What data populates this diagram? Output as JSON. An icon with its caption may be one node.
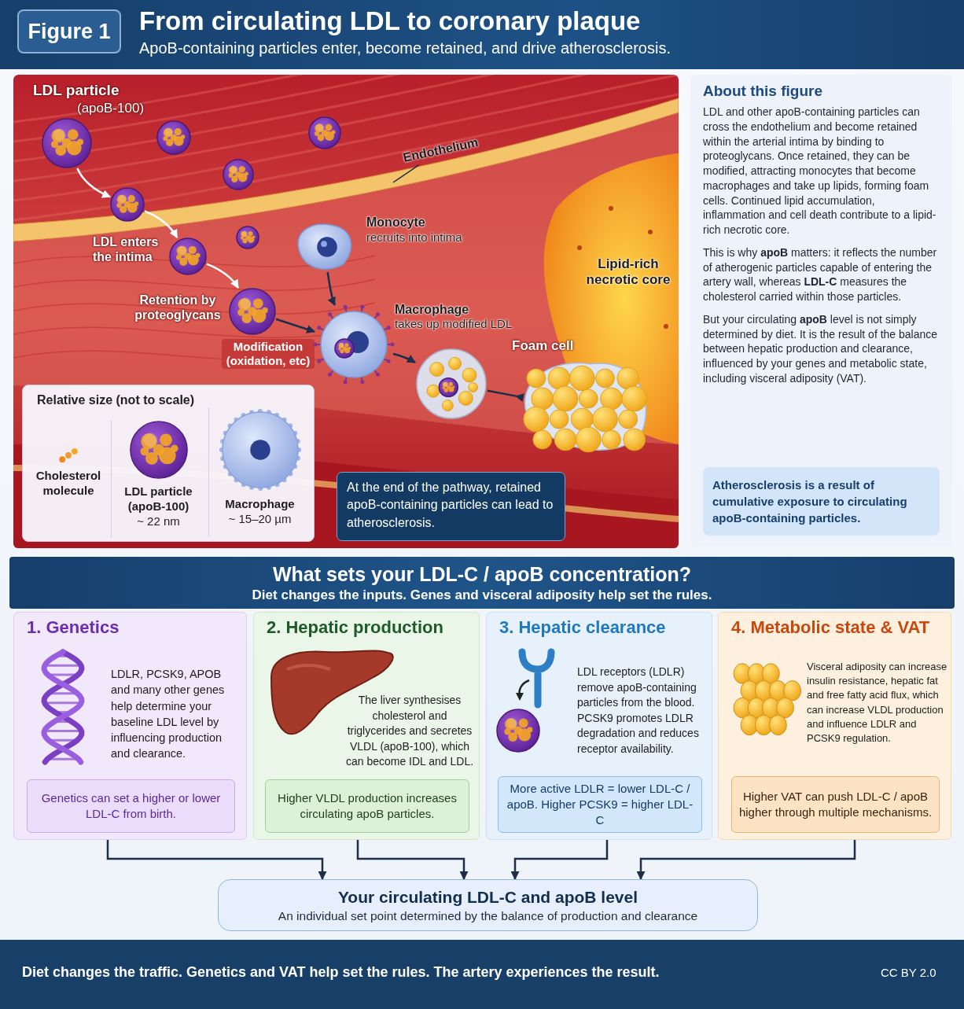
{
  "diagram": {
    "title": "From circulating LDL to coronary plaque",
    "nodes": [
      {
        "text": [],
        "shape": "picture",
        "beside": [
          "LDL particle",
          "(apoB-100)"
        ]
      },
      {
        "text": [],
        "shape": "picture"
      },
      {
        "text": [],
        "shape": "picture",
        "beside": [
          "LDL enters the intima"
        ]
      },
      {
        "text": [],
        "shape": "picture",
        "beside": [
          "Retention by proteoglycans"
        ]
      },
      {
        "text": [],
        "shape": "picture",
        "beside": [
          "Monocyte",
          "recruits into intima"
        ]
      },
      {
        "text": [],
        "shape": "picture",
        "beside": [
          "Macrophage",
          "takes up modified LDL"
        ]
      },
      {
        "text": [],
        "shape": "picture"
      },
      {
        "text": [],
        "shape": "picture",
        "beside": [
          "Foam cell"
        ]
      },
      {
        "text": [
          "Endothelium"
        ]
      },
      {
        "text": [
          "Relative size (not to scale)"
        ]
      },
      {
        "text": [
          "Cholesterol molecule"
        ],
        "in": 9
      },
      {
        "text": [
          "LDL particle (apoB-100)",
          "~ 22 nm"
        ],
        "in": 9
      },
      {
        "text": [
          "Macrophage",
          "~ 15–20 µm"
        ],
        "in": 9
      },
      {
        "text": [
          "At the end of the pathway, retained apoB-containing particles can lead to atherosclerosis."
        ]
      },
      {
        "text": [
          "About this figure",
          "LDL and other apoB-containing particles can cross the endothelium and become retained within the arterial intima by binding to proteoglycans. Once retained, they can be modified, attracting monocytes that become macrophages and take up lipids, forming foam cells. Continued lipid accumulation, inflammation and cell death contribute to a lipid-rich necrotic core.",
          "This is why **apoB** matters: it reflects the number of atherogenic particles capable of entering the artery wall, whereas **LDL-C** measures the cholesterol carried within those particles.",
          "But your circulating **apoB** level is not simply determined by diet. It is the result of the balance between hepatic production and clearance, influenced by your genes and metabolic state, including visceral adiposity (VAT)."
        ]
      },
      {
        "text": [
          "Atherosclerosis is a result of cumulative exposure to circulating apoB-containing particles."
        ],
        "in": 14
      },
      {
        "text": [
          "What sets your LDL-C / apoB concentration?",
          "Diet changes the inputs. Genes and visceral adiposity help set the rules."
        ]
      },
      {
        "text": [
          "1. Genetics",
          "LDLR, PCSK9, APOB and many other genes help determine your baseline LDL level by influencing production and clearance."
        ]
      },
      {
        "text": [
          "Genetics can set a higher or lower LDL-C from birth."
        ],
        "in": 17
      },
      {
        "text": [
          "2. Hepatic production",
          "The liver synthesises cholesterol and triglycerides and secretes VLDL (apoB-100), which can become IDL and LDL."
        ]
      },
      {
        "text": [
          "Higher VLDL production increases circulating apoB particles."
        ],
        "in": 19
      },
      {
        "text": [
          "3. Hepatic clearance",
          "LDL receptors (LDLR) remove apoB-containing particles from the blood. PCSK9 promotes LDLR degradation and reduces receptor availability."
        ]
      },
      {
        "text": [
          "More active LDLR = lower LDL-C / apoB. Higher PCSK9 = higher LDL-C"
        ],
        "in": 21
      },
      {
        "text": [
          "4. Metabolic state & VAT",
          "Visceral adiposity can increase insulin resistance, hepatic fat and free fatty acid flux, which can increase VLDL production and influence LDLR and PCSK9 regulation."
        ]
      },
      {
        "text": [
          "Higher VAT can push LDL-C / apoB higher through multiple mechanisms."
        ],
        "in": 23
      },
      {
        "text": [
          "Your circulating LDL-C and apoB level",
          "An individual set point determined by the balance of production and clearance"
        ]
      }
    ],
    "edges": [
      {
        "from": 0,
        "to": 1,
        "arrow": "to",
        "color": "#ffffff"
      },
      {
        "from": 1,
        "to": 2,
        "arrow": "to",
        "color": "#ffffff"
      },
      {
        "from": 2,
        "to": 3,
        "arrow": "to",
        "color": "#ffffff"
      },
      {
        "from": 3,
        "to": 5,
        "arrow": "to",
        "label": "Modification (oxidation, etc)"
      },
      {
        "from": 4,
        "to": 5,
        "arrow": "to"
      },
      {
        "from": 5,
        "to": 6,
        "arrow": "to"
      },
      {
        "from": 6,
        "to": 7,
        "arrow": "to"
      },
      {
        "from": 8,
        "to": null,
        "arrow": "none"
      },
      {
        "from": 17,
        "to": 25,
        "arrow": "to"
      },
      {
        "from": 19,
        "to": 25,
        "arrow": "to"
      },
      {
        "from": 21,
        "to": 25,
        "arrow": "to"
      },
      {
        "from": 23,
        "to": 25,
        "arrow": "to"
      }
    ],
    "labels": [
      "Figure 1",
      "ApoB-containing particles enter, become retained, and drive atherosclerosis.",
      "Lipid-rich necrotic core",
      "Diet changes the traffic. Genetics and VAT help set the rules. The artery experiences the result.",
      "CC BY 2.0"
    ]
  }
}
